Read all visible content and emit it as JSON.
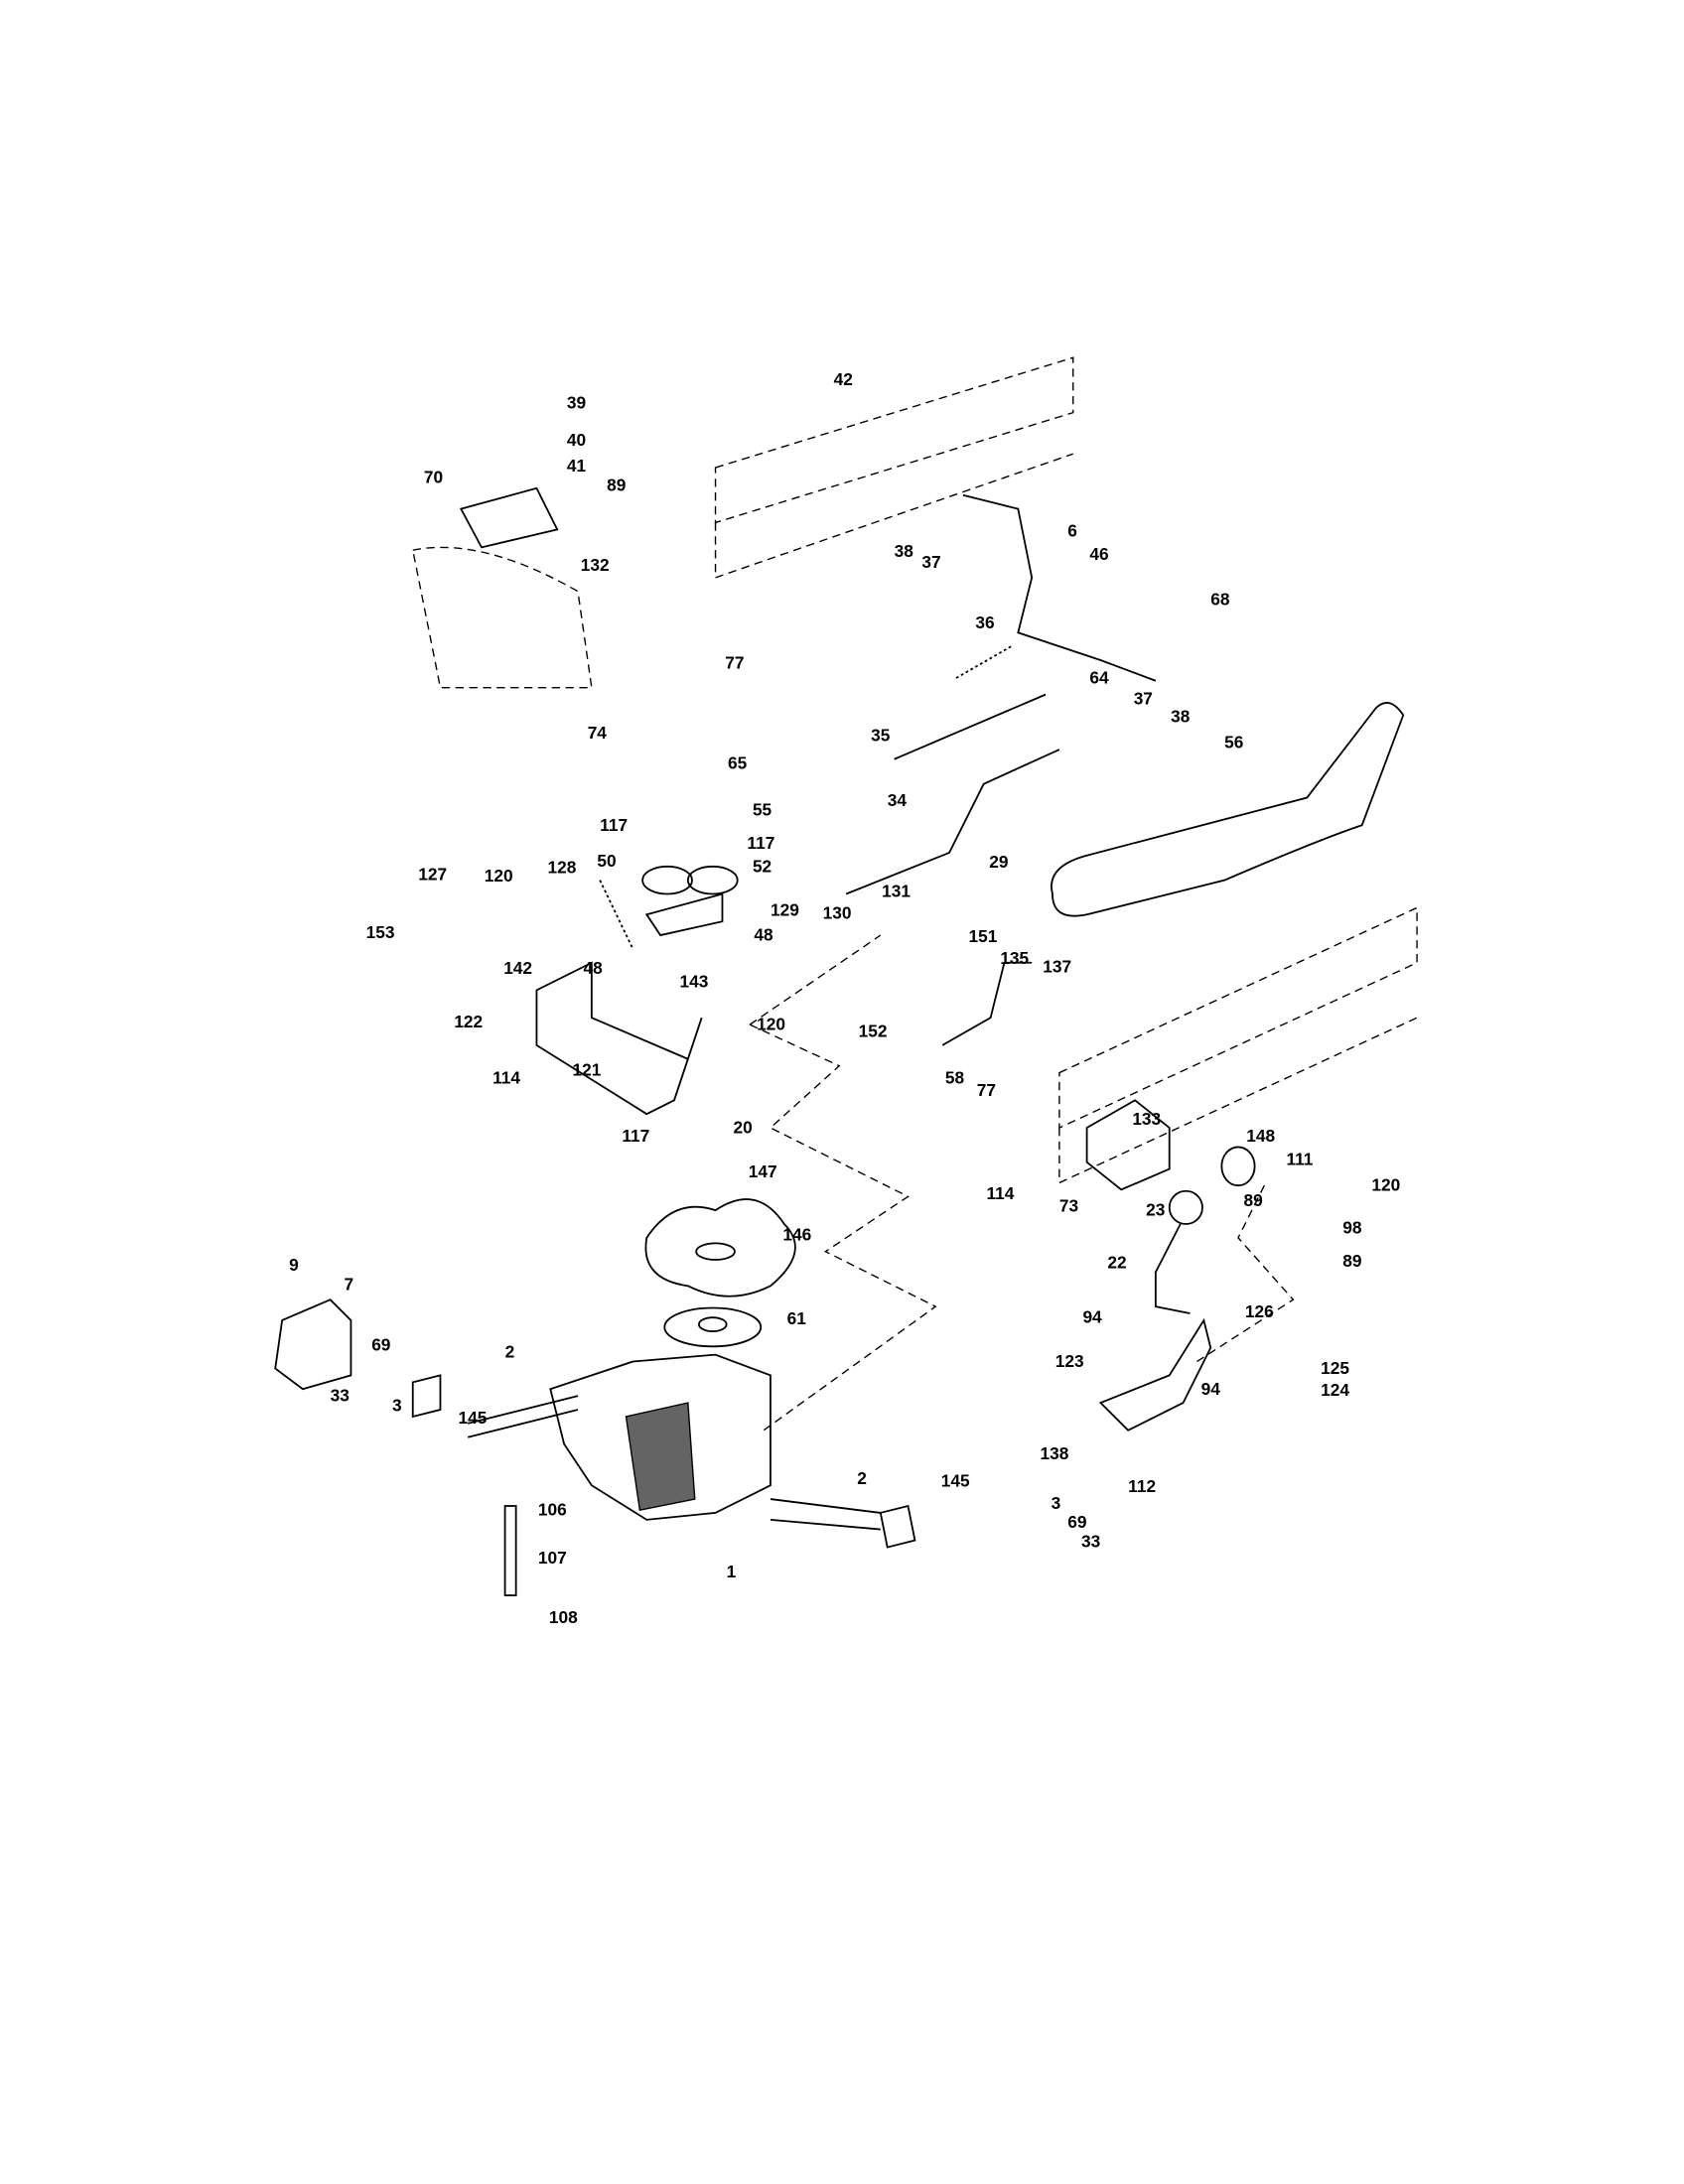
{
  "diagram": {
    "type": "exploded parts diagram",
    "callouts": [
      "39",
      "40",
      "41",
      "70",
      "89",
      "132",
      "77",
      "74",
      "42",
      "38",
      "37",
      "6",
      "46",
      "68",
      "36",
      "64",
      "37",
      "38",
      "35",
      "34",
      "56",
      "29",
      "65",
      "55",
      "117",
      "117",
      "50",
      "52",
      "129",
      "48",
      "48",
      "128",
      "127",
      "120",
      "153",
      "142",
      "143",
      "122",
      "120",
      "114",
      "121",
      "117",
      "130",
      "131",
      "151",
      "135",
      "137",
      "152",
      "58",
      "77",
      "133",
      "148",
      "111",
      "120",
      "114",
      "89",
      "73",
      "98",
      "89",
      "23",
      "22",
      "20",
      "147",
      "146",
      "9",
      "7",
      "69",
      "61",
      "94",
      "126",
      "125",
      "124",
      "123",
      "94",
      "138",
      "112",
      "2",
      "33",
      "3",
      "145",
      "2",
      "145",
      "3",
      "69",
      "33",
      "106",
      "107",
      "1",
      "108"
    ]
  }
}
